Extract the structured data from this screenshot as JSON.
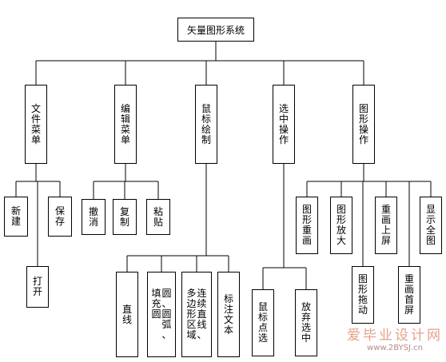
{
  "root": {
    "id": "root",
    "label": "矢量图形系统"
  },
  "level1": [
    {
      "id": "file",
      "label": "文件菜单"
    },
    {
      "id": "edit",
      "label": "编辑菜单"
    },
    {
      "id": "mouse",
      "label": "鼠标绘制"
    },
    {
      "id": "select",
      "label": "选中操作"
    },
    {
      "id": "shape",
      "label": "图形操作"
    }
  ],
  "level2": [
    {
      "id": "new",
      "label": "新建",
      "parent": "file"
    },
    {
      "id": "save",
      "label": "保存",
      "parent": "file"
    },
    {
      "id": "open",
      "label": "打开",
      "parent": "file"
    },
    {
      "id": "undo",
      "label": "撤消",
      "parent": "edit"
    },
    {
      "id": "copy",
      "label": "复制",
      "parent": "edit"
    },
    {
      "id": "paste",
      "label": "粘贴",
      "parent": "edit"
    },
    {
      "id": "line",
      "label": "直线",
      "parent": "mouse",
      "columns": [
        "直线"
      ]
    },
    {
      "id": "circle",
      "label": "圆、圆弧、填充圆",
      "parent": "mouse",
      "columns": [
        "圆、圆弧、",
        "填充圆"
      ]
    },
    {
      "id": "polyline",
      "label": "连续直线、多边形区域",
      "parent": "mouse",
      "columns": [
        "连续直线、",
        "多边形区域"
      ]
    },
    {
      "id": "text",
      "label": "标注文本",
      "parent": "mouse",
      "columns": [
        "标注文本"
      ]
    },
    {
      "id": "pick",
      "label": "鼠标点选",
      "parent": "select"
    },
    {
      "id": "drop",
      "label": "放弃选中",
      "parent": "select"
    },
    {
      "id": "redraw",
      "label": "图形重画",
      "parent": "shape"
    },
    {
      "id": "zoom",
      "label": "图形放大",
      "parent": "shape"
    },
    {
      "id": "drag",
      "label": "图形拖动",
      "parent": "shape"
    },
    {
      "id": "redraw_top",
      "label": "重画上屏",
      "parent": "shape"
    },
    {
      "id": "redraw_first",
      "label": "重画首屏",
      "parent": "shape"
    },
    {
      "id": "show_all",
      "label": "显示全图",
      "parent": "shape"
    }
  ],
  "watermark": {
    "cn": "爱毕业设计网",
    "url": "www.2BYSJ.cn"
  }
}
